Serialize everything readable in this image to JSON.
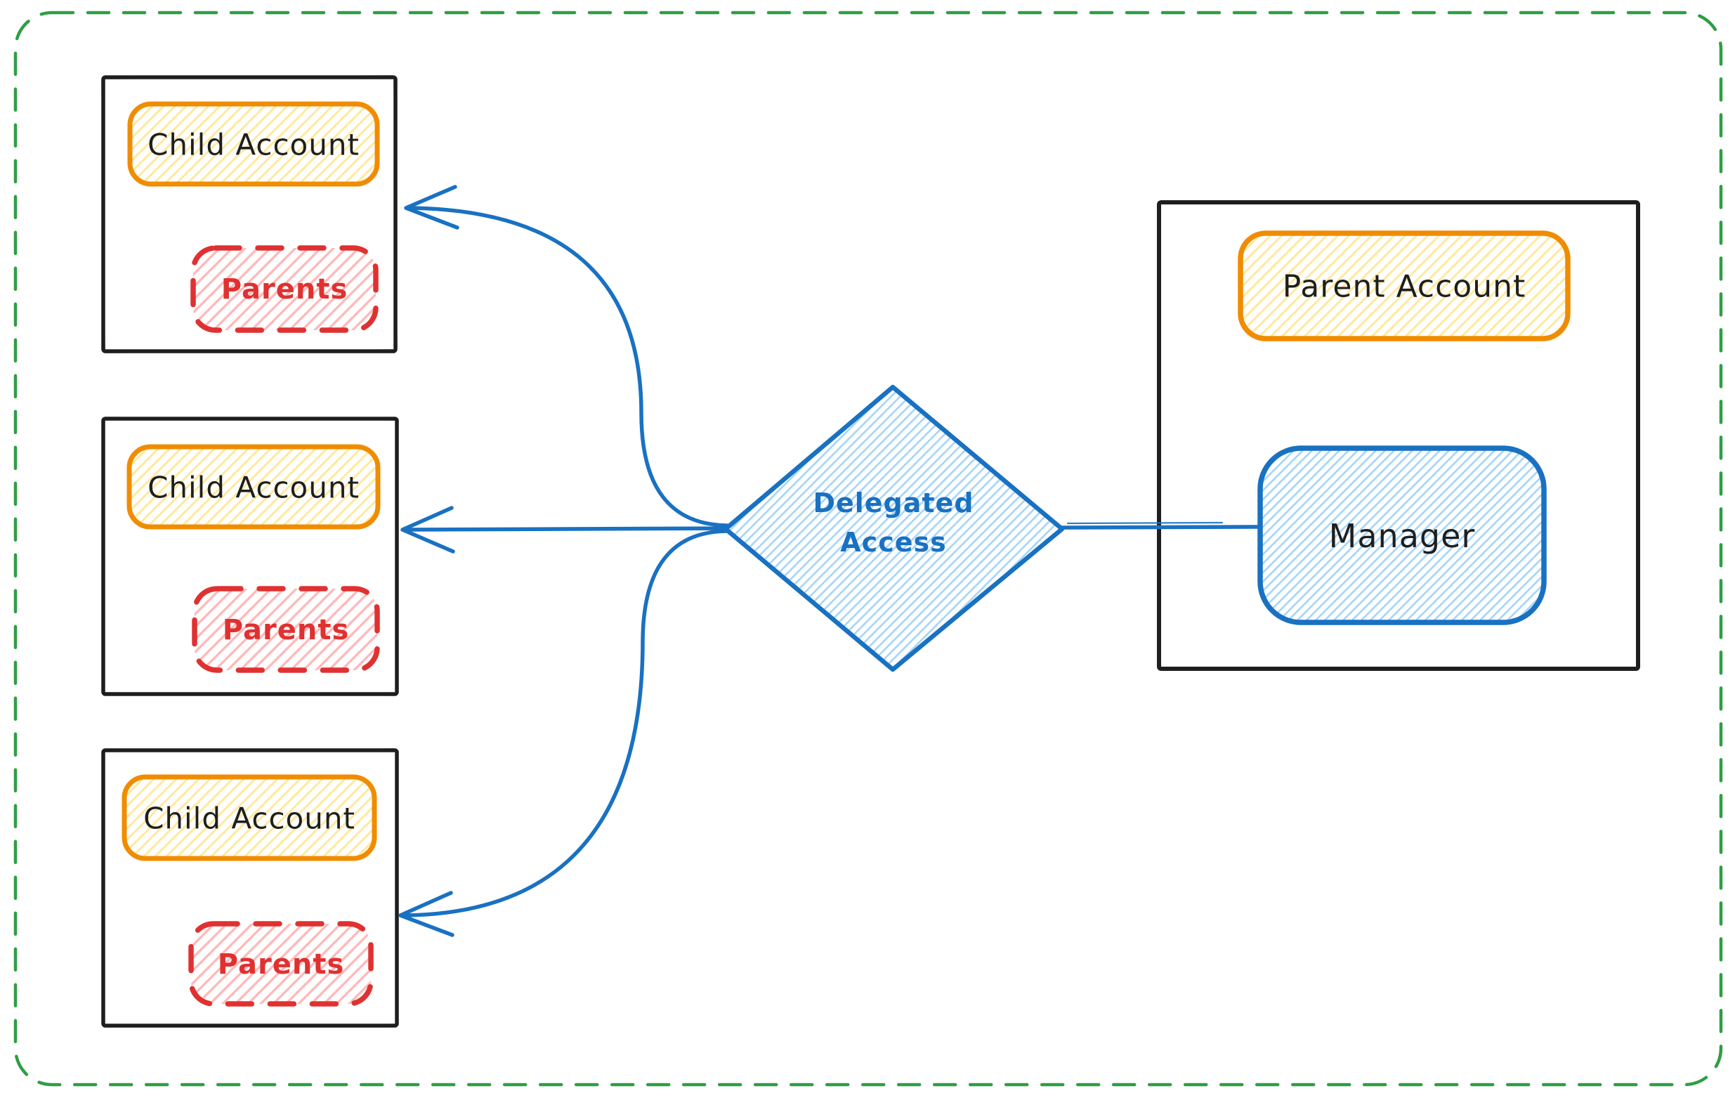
{
  "canvas": {
    "background": "#ffffff"
  },
  "nodes": {
    "child_accounts": [
      {
        "title": "Child Account",
        "subnode": "Parents"
      },
      {
        "title": "Child Account",
        "subnode": "Parents"
      },
      {
        "title": "Child Account",
        "subnode": "Parents"
      }
    ],
    "decision": {
      "label_line1": "Delegated",
      "label_line2": "Access"
    },
    "parent_account": {
      "title": "Parent Account",
      "subnode": "Manager"
    }
  },
  "edges": [
    {
      "from": "delegated-access",
      "to": "child-account-1",
      "arrowhead": "arrow"
    },
    {
      "from": "delegated-access",
      "to": "child-account-2",
      "arrowhead": "arrow"
    },
    {
      "from": "delegated-access",
      "to": "child-account-3",
      "arrowhead": "arrow"
    },
    {
      "from": "manager",
      "to": "delegated-access",
      "arrowhead": "none"
    }
  ],
  "colors": {
    "frame_green": "#2f9e44",
    "box_black": "#1e1e1e",
    "orange_stroke": "#f08c00",
    "yellow_hatch": "#ffd43b",
    "red_stroke": "#e03131",
    "pink_hatch": "#ffa8a8",
    "blue_stroke": "#1971c2",
    "light_blue_hatch": "#8ecaf9"
  }
}
